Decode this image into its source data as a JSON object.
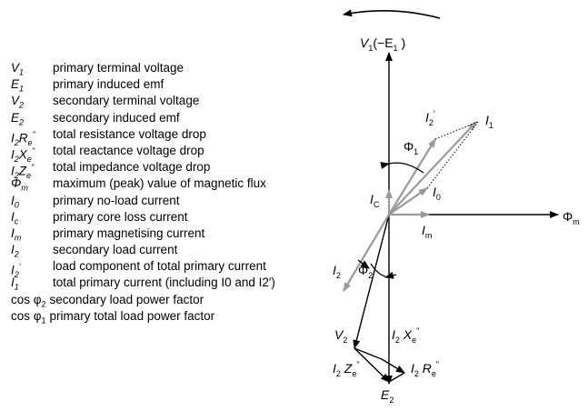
{
  "legend": [
    {
      "sym": "V",
      "sub": "1",
      "desc": "primary terminal voltage"
    },
    {
      "sym": "E",
      "sub": "1",
      "desc": "primary induced emf"
    },
    {
      "sym": "V",
      "sub": "2",
      "desc": "secondary terminal voltage"
    },
    {
      "sym": "E",
      "sub": "2",
      "desc": "secondary induced emf"
    },
    {
      "sym": "I",
      "sub": "2",
      "sym2": "R",
      "sub2": "e",
      "sup2": "\"",
      "desc": "total resistance voltage drop"
    },
    {
      "sym": "I",
      "sub": "2",
      "sym2": "X",
      "sub2": "e",
      "sup2": "\"",
      "desc": "total reactance voltage drop"
    },
    {
      "sym": "I",
      "sub": "2",
      "sym2": "Z",
      "sub2": "e",
      "sup2": "\"",
      "desc": "total impedance voltage drop"
    },
    {
      "sym": "Φ",
      "sub": "m",
      "desc": "maximum (peak) value of magnetic flux"
    },
    {
      "sym": "I",
      "sub": "0",
      "desc": "primary no-load current"
    },
    {
      "sym": "I",
      "sub": "c",
      "desc": "primary core loss current"
    },
    {
      "sym": "I",
      "sub": "m",
      "desc": "primary magnetising current"
    },
    {
      "sym": "I",
      "sub": "2",
      "desc": "secondary load current"
    },
    {
      "sym": "I",
      "sub": "2",
      "sup": "′",
      "desc": "load component of total primary current"
    },
    {
      "sym": "I",
      "sub": "1",
      "desc": "total primary current (including I0 and I2′)"
    },
    {
      "sym": "cos φ",
      "sub": "2",
      "desc": "secondary load power factor",
      "wide": true
    },
    {
      "sym": "cos φ",
      "sub": "1",
      "desc": "primary total load power factor",
      "wide": true
    }
  ],
  "labels": {
    "v1": {
      "main": "V",
      "sub": "1",
      "rest": "(−E",
      "sub2": "1",
      "end": " )"
    },
    "i1": {
      "main": "I",
      "sub": "1"
    },
    "i2p": {
      "main": "I",
      "sub": "2",
      "sup": "′"
    },
    "phi1": {
      "main": "Φ",
      "sub": "1"
    },
    "ic": {
      "main": "I",
      "sub": "C"
    },
    "i0": {
      "main": "I",
      "sub": "0"
    },
    "im": {
      "main": "I",
      "sub": "m"
    },
    "phim": {
      "main": "Φ",
      "sub": "m"
    },
    "i2": {
      "main": "I",
      "sub": "2"
    },
    "phi2": {
      "main": "Φ",
      "sub": "2"
    },
    "v2": {
      "main": "V",
      "sub": "2"
    },
    "i2xe": {
      "main": "I",
      "sub": "2",
      "main2": " X",
      "sub2": "e",
      "sup2": "\""
    },
    "i2ze": {
      "main": "I",
      "sub": "2",
      "main2": " Z",
      "sub2": "e",
      "sup2": "\""
    },
    "i2re": {
      "main": "I",
      "sub": "2",
      "main2": " R",
      "sub2": "e",
      "sup2": "\""
    },
    "e2": {
      "main": "E",
      "sub": "2"
    }
  },
  "colors": {
    "black": "#000000",
    "grey": "#9a9a9a"
  },
  "rotation_arrow": "counter-clockwise"
}
